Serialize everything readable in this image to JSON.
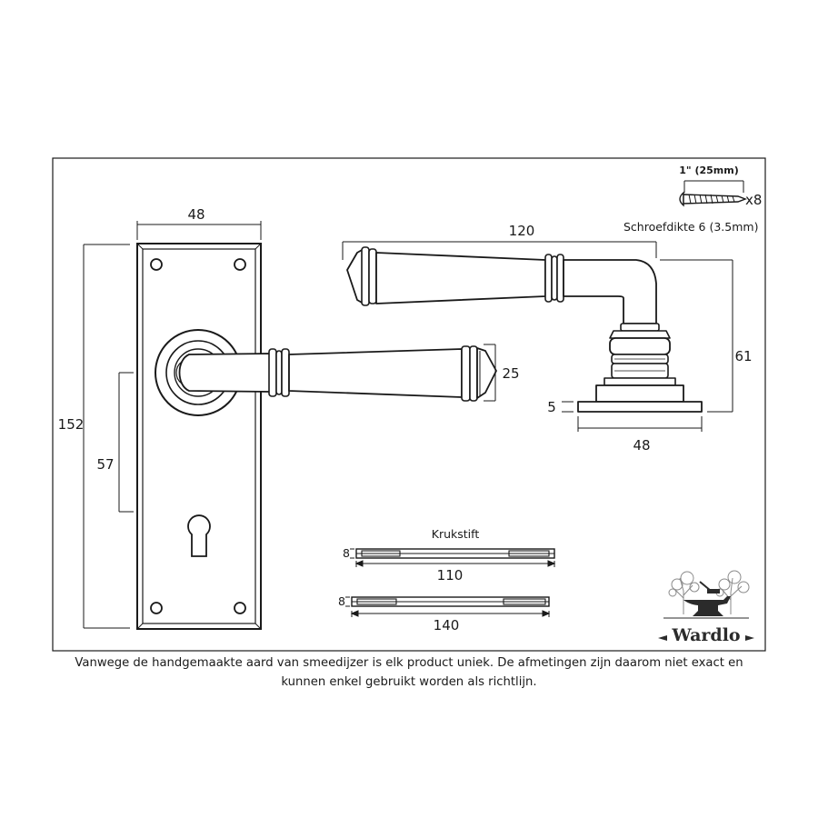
{
  "dimensions": {
    "plate_width": "48",
    "plate_height": "152",
    "keyhole_centre": "57",
    "lever_length": "120",
    "lever_height": "25",
    "projection": "61",
    "rose_thickness": "5",
    "rose_width": "48"
  },
  "screw": {
    "length_label": "1\" (25mm)",
    "quantity": "x8",
    "thickness_label": "Schroefdikte 6 (3.5mm)"
  },
  "spindle": {
    "title": "Krukstift",
    "thickness": "8",
    "short_length": "110",
    "long_length": "140"
  },
  "brand": {
    "name": "Wardlo"
  },
  "disclaimer": {
    "line1": "Vanwege de handgemaakte aard van smeedijzer is elk product uniek. De afmetingen zijn daarom niet exact en",
    "line2": "kunnen enkel gebruikt worden als richtlijn."
  },
  "colors": {
    "line": "#1a1a1a",
    "background": "#ffffff",
    "tree": "#8a8a8a"
  }
}
